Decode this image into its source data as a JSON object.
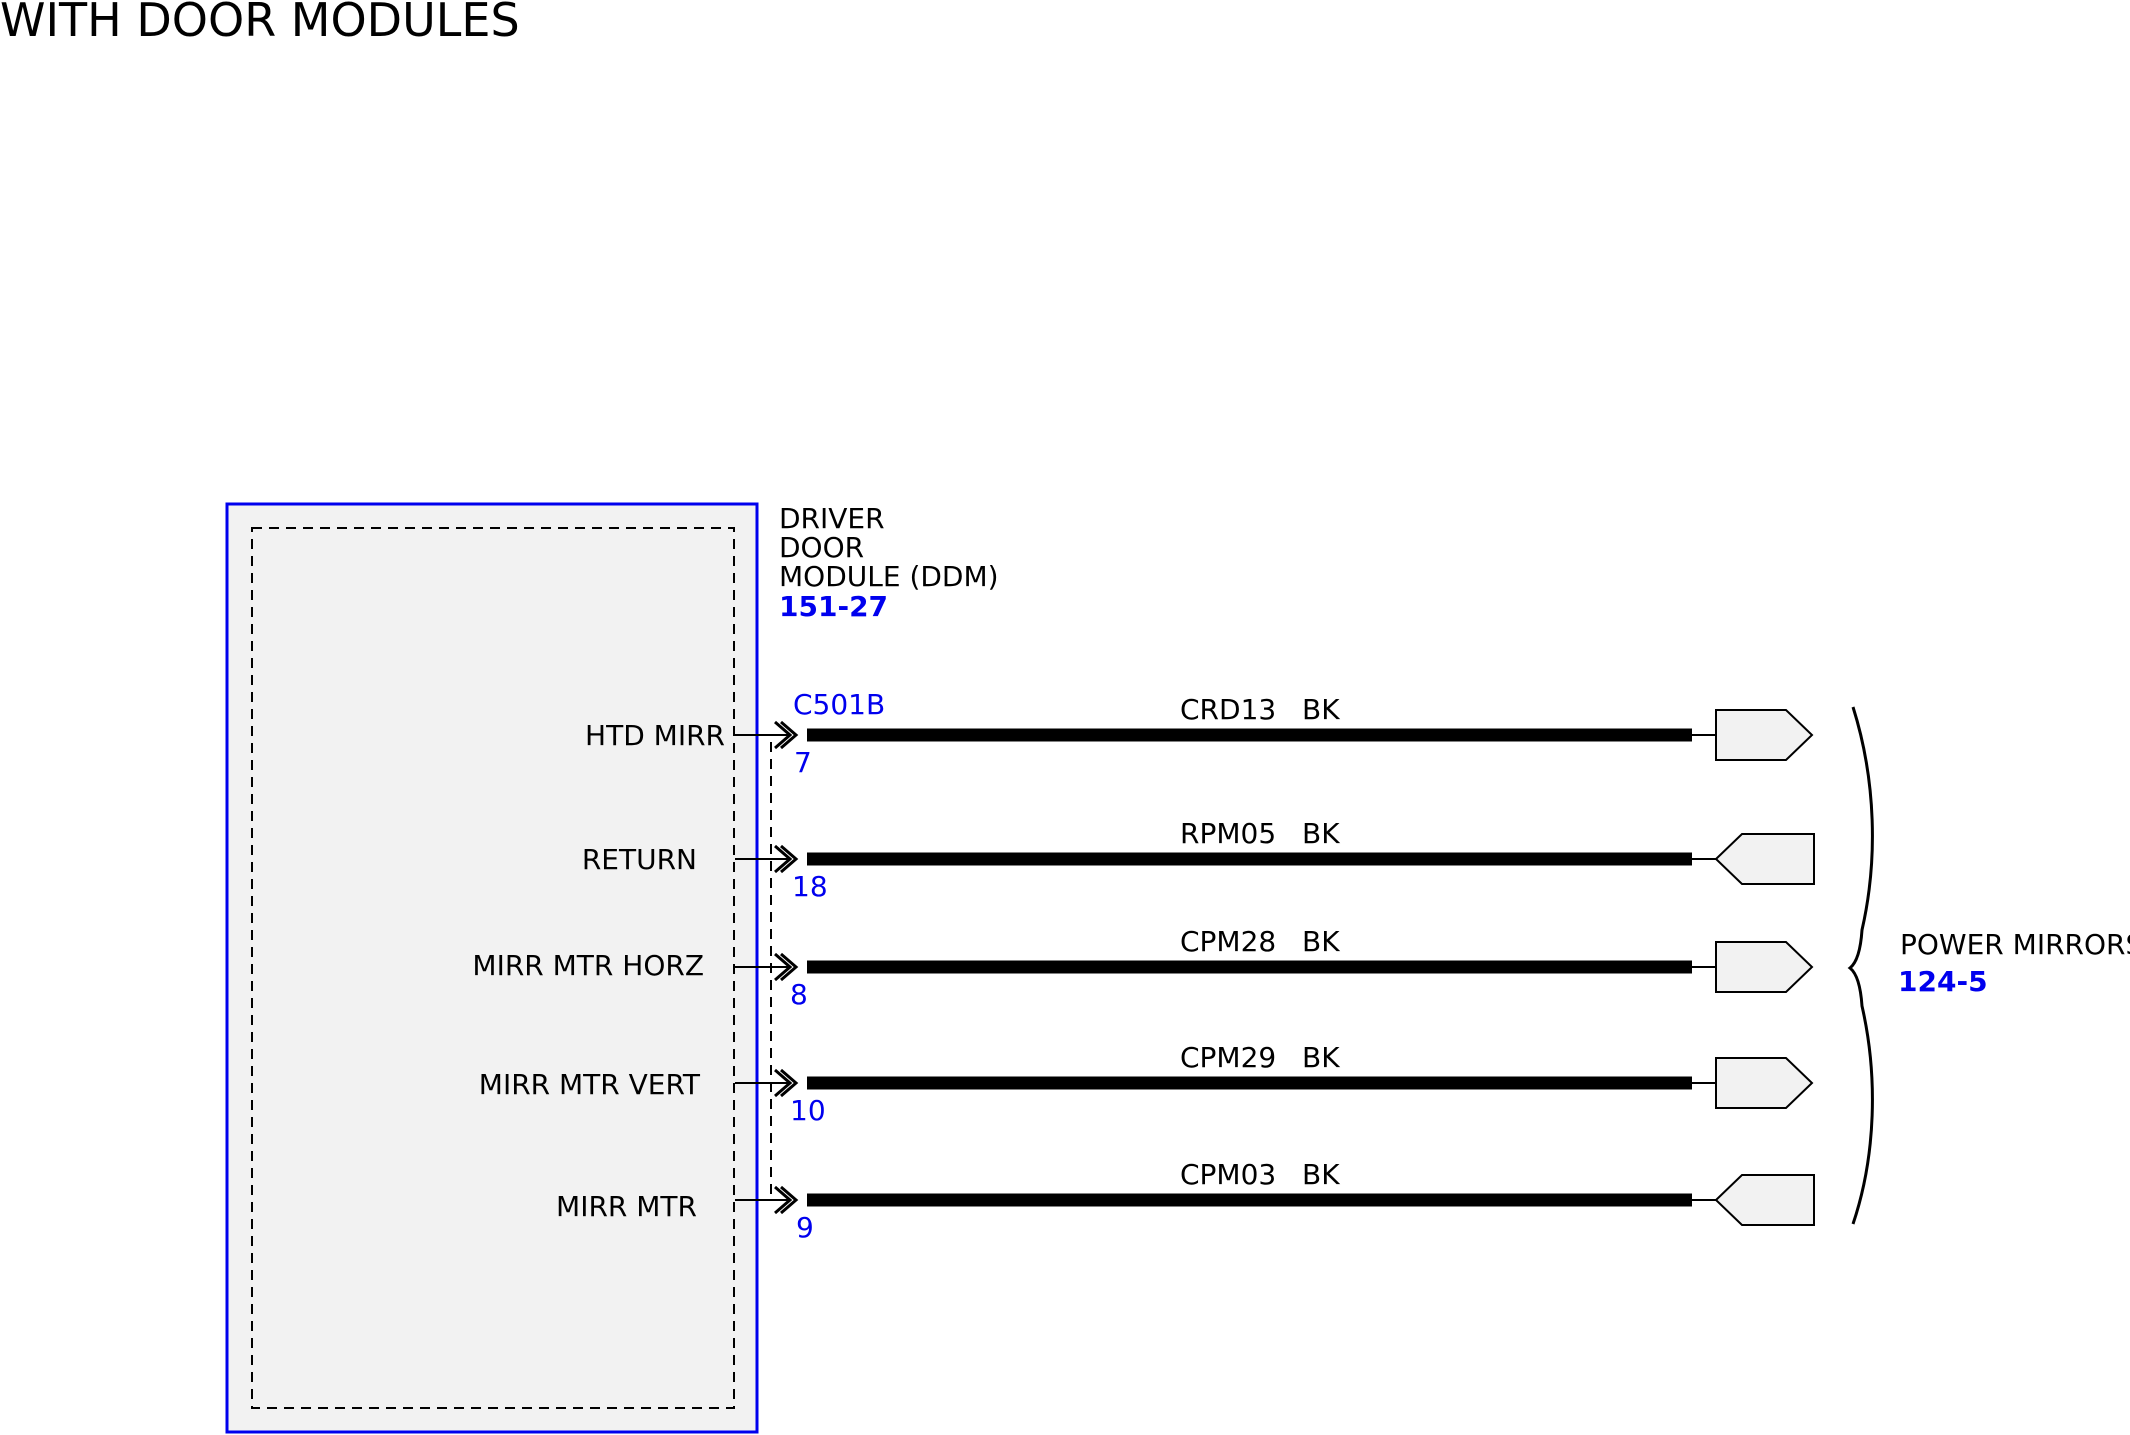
{
  "title": "WITH DOOR MODULES",
  "colors": {
    "module_border": "#0000ee",
    "module_fill": "#f2f2f2",
    "ref_text": "#0000ee",
    "wire": "#000000",
    "connector_fill": "#f2f2f2"
  },
  "module": {
    "name_lines": [
      "DRIVER",
      "DOOR",
      "MODULE (DDM)"
    ],
    "ref": "151-27",
    "connector": "C501B"
  },
  "destination": {
    "name": "POWER MIRRORS",
    "ref": "124-5"
  },
  "circuits": [
    {
      "pin_label": "HTD MIRR",
      "pin": "7",
      "circuit": "CRD13",
      "color": "BK",
      "terminal": "out"
    },
    {
      "pin_label": "RETURN",
      "pin": "18",
      "circuit": "RPM05",
      "color": "BK",
      "terminal": "in"
    },
    {
      "pin_label": "MIRR MTR HORZ",
      "pin": "8",
      "circuit": "CPM28",
      "color": "BK",
      "terminal": "out"
    },
    {
      "pin_label": "MIRR MTR VERT",
      "pin": "10",
      "circuit": "CPM29",
      "color": "BK",
      "terminal": "out"
    },
    {
      "pin_label": "MIRR MTR",
      "pin": "9",
      "circuit": "CPM03",
      "color": "BK",
      "terminal": "in"
    }
  ]
}
